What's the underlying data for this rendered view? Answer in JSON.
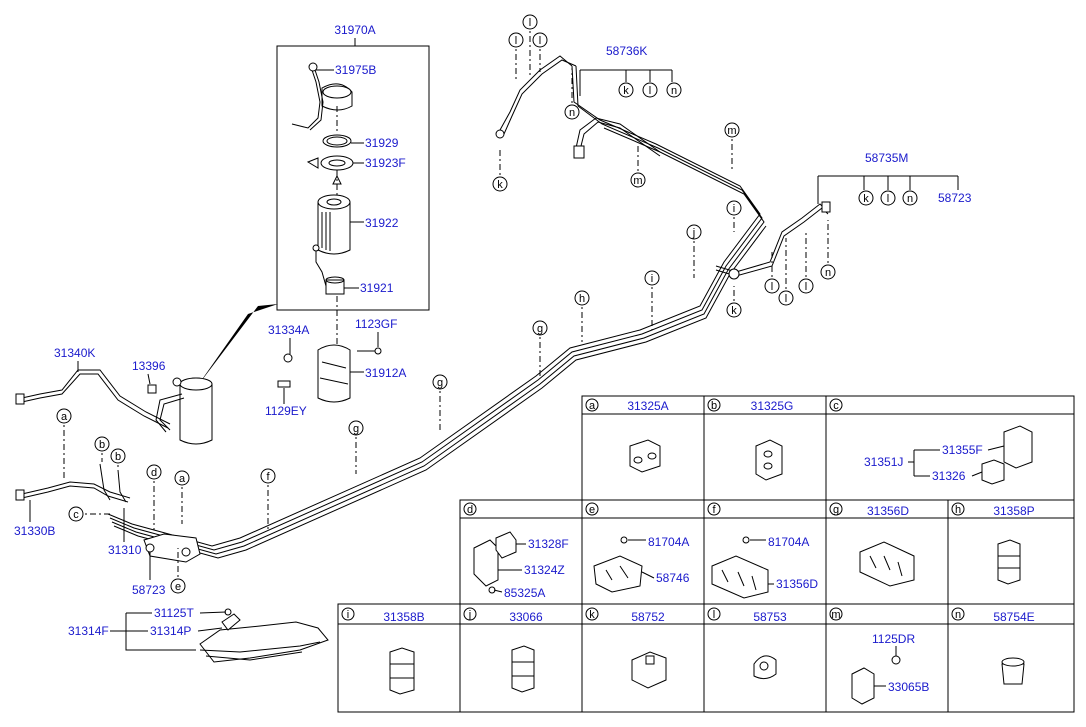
{
  "box_31970A": {
    "title": "31970A",
    "parts": [
      "31975B",
      "31929",
      "31923F",
      "31922",
      "31921"
    ]
  },
  "main_labels": {
    "p31334A": "31334A",
    "p1123GF": "1123GF",
    "p31912A": "31912A",
    "p1129EY": "1129EY",
    "p31340K": "31340K",
    "p13396": "13396",
    "p31330B": "31330B",
    "p31310": "31310",
    "p58723a": "58723",
    "p31125T": "31125T",
    "p31314F": "31314F",
    "p31314P": "31314P",
    "p58736K": "58736K",
    "p58735M": "58735M",
    "p58723b": "58723"
  },
  "callouts": {
    "a1": "a",
    "a2": "a",
    "b1": "b",
    "b2": "b",
    "c1": "c",
    "d1": "d",
    "e1": "e",
    "f1": "f",
    "g1": "g",
    "g2": "g",
    "g3": "g",
    "h1": "h",
    "i1": "i",
    "i2": "i",
    "j1": "j",
    "k1": "k",
    "k2": "k",
    "k3": "k",
    "k4": "k",
    "l1": "l",
    "l2": "l",
    "l3": "l",
    "l4": "l",
    "l5": "l",
    "l6": "l",
    "l7": "l",
    "m1": "m",
    "m2": "m",
    "n1": "n",
    "n2": "n",
    "n3": "n",
    "n4": "n"
  },
  "table": {
    "row1": [
      {
        "key": "a",
        "part": "31325A"
      },
      {
        "key": "b",
        "part": "31325G"
      },
      {
        "key": "c",
        "part": "",
        "sub": [
          "31351J",
          "31355F",
          "31326"
        ]
      }
    ],
    "row2": [
      {
        "key": "d",
        "part": "",
        "sub": [
          "31328F",
          "31324Z",
          "85325A"
        ]
      },
      {
        "key": "e",
        "part": "",
        "sub": [
          "81704A",
          "58746"
        ]
      },
      {
        "key": "f",
        "part": "",
        "sub": [
          "81704A",
          "31356D"
        ]
      },
      {
        "key": "g",
        "part": "31356D"
      },
      {
        "key": "h",
        "part": "31358P"
      }
    ],
    "row3": [
      {
        "key": "i",
        "part": "31358B"
      },
      {
        "key": "j",
        "part": "33066"
      },
      {
        "key": "k",
        "part": "58752"
      },
      {
        "key": "l",
        "part": "58753"
      },
      {
        "key": "m",
        "part": "",
        "sub": [
          "1125DR",
          "33065B"
        ]
      },
      {
        "key": "n",
        "part": "58754E"
      }
    ]
  }
}
